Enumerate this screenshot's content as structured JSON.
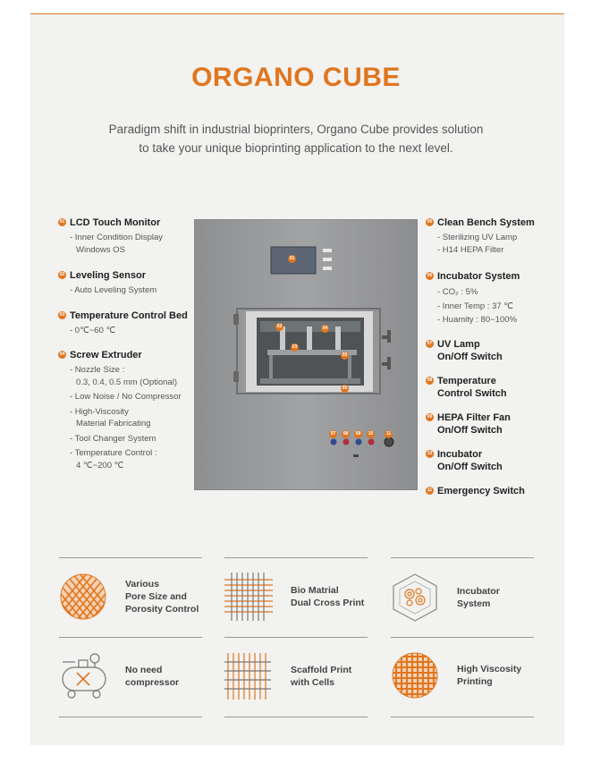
{
  "title": "ORGANO CUBE",
  "intro": {
    "line1": "Paradigm shift in industrial bioprinters, Organo Cube provides solution",
    "line2": "to take your unique bioprinting application to the next level."
  },
  "left_specs": [
    {
      "num": "01",
      "title": "LCD Touch Monitor",
      "lines": [
        "- Inner Condition Display",
        "Windows OS"
      ]
    },
    {
      "num": "02",
      "title": "Leveling Sensor",
      "lines": [
        "- Auto Leveling System"
      ]
    },
    {
      "num": "03",
      "title": "Temperature Control Bed",
      "lines": [
        "- 0℃~60 ℃"
      ]
    },
    {
      "num": "04",
      "title": "Screw Extruder",
      "lines": [
        "- Nozzle Size :",
        "0.3, 0.4, 0.5 mm (Optional)",
        "- Low Noise / No Compressor",
        "- High-Viscosity",
        "Material Fabricating",
        "- Tool Changer System",
        "- Temperature Control :",
        "4 ℃~200 ℃"
      ]
    }
  ],
  "right_specs": [
    {
      "num": "05",
      "title": "Clean Bench System",
      "lines": [
        "- Sterilizing UV Lamp",
        "- H14 HEPA Filter"
      ]
    },
    {
      "num": "06",
      "title": "Incubator System",
      "lines": [
        "- CO₂ : 5%",
        "- Inner Temp : 37 ℃",
        "- Huamity : 80~100%"
      ]
    },
    {
      "num": "07",
      "title": [
        "UV Lamp",
        "On/Off Switch"
      ]
    },
    {
      "num": "08",
      "title": [
        "Temperature",
        "Control Switch"
      ]
    },
    {
      "num": "09",
      "title": [
        "HEPA Filter Fan",
        "On/Off Switch"
      ]
    },
    {
      "num": "10",
      "title": [
        "Incubator",
        "On/Off Switch"
      ]
    },
    {
      "num": "11",
      "title": [
        "Emergency Switch"
      ]
    }
  ],
  "machine_markers": [
    "01",
    "02",
    "03",
    "04",
    "05",
    "06",
    "07",
    "08",
    "09",
    "10",
    "11"
  ],
  "features": [
    {
      "icon": "porous-mesh-icon",
      "label": [
        "Various",
        "Pore Size and",
        "Porosity Control"
      ]
    },
    {
      "icon": "cross-grid-icon",
      "label": [
        "Bio Matrial",
        "Dual Cross Print"
      ]
    },
    {
      "icon": "hexagon-cells-icon",
      "label": [
        "Incubator",
        "System"
      ]
    },
    {
      "icon": "crossed-compressor-icon",
      "label": [
        "No need",
        "compressor"
      ]
    },
    {
      "icon": "scaffold-cells-icon",
      "label": [
        "Scaffold Print",
        "with Cells"
      ]
    },
    {
      "icon": "viscous-mesh-icon",
      "label": [
        "High Viscosity",
        "Printing"
      ]
    }
  ],
  "colors": {
    "accent": "#e0761f",
    "machine": "#9b9c9e",
    "background": "#f2f2f0"
  }
}
